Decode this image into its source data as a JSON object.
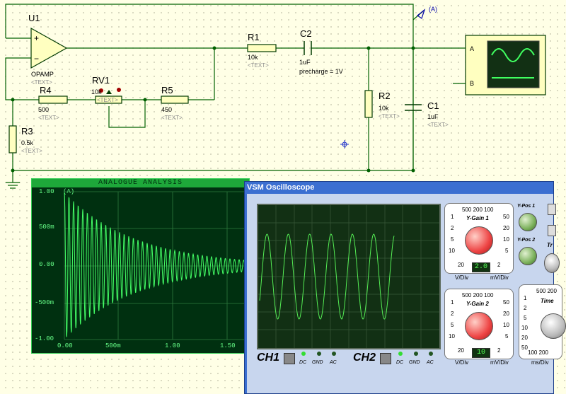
{
  "schematic": {
    "u1": {
      "name": "U1",
      "type": "OPAMP",
      "text": "<TEXT>"
    },
    "r1": {
      "name": "R1",
      "value": "10k",
      "text": "<TEXT>"
    },
    "c2": {
      "name": "C2",
      "value": "1uF",
      "precharge": "precharge = 1V"
    },
    "rv1": {
      "name": "RV1",
      "value": "10k",
      "text": "<TEXT>"
    },
    "r4": {
      "name": "R4",
      "value": "500",
      "text": "<TEXT>"
    },
    "r5": {
      "name": "R5",
      "value": "450",
      "text": "<TEXT>"
    },
    "r3": {
      "name": "R3",
      "value": "0.5k",
      "text": "<TEXT>"
    },
    "r2": {
      "name": "R2",
      "value": "10k",
      "text": "<TEXT>"
    },
    "c1": {
      "name": "C1",
      "value": "1uF",
      "text": "<TEXT>"
    },
    "probe": {
      "label": "(A)"
    },
    "scope_inputs": {
      "a": "A",
      "b": "B"
    }
  },
  "analogue": {
    "title": "ANALOGUE ANALYSIS",
    "trace": "(A)",
    "y_ticks": [
      "1.00",
      "500m",
      "0.00",
      "-500m",
      "-1.00"
    ],
    "x_ticks": [
      "0.00",
      "500m",
      "1.00",
      "1.50"
    ]
  },
  "oscilloscope": {
    "title": "VSM Oscilloscope",
    "ch1": {
      "label": "CH1",
      "dc": "DC",
      "gnd": "GND",
      "ac": "AC",
      "gain_title": "Y-Gain 1",
      "readout": "2.0",
      "pos_title": "Y-Pos 1"
    },
    "ch2": {
      "label": "CH2",
      "dc": "DC",
      "gnd": "GND",
      "ac": "AC",
      "gain_title": "Y-Gain 2",
      "readout": "10",
      "pos_title": "Y-Pos 2"
    },
    "gain_top": "500 200 100",
    "gain_left": [
      "1",
      "2",
      "5",
      "10",
      "20"
    ],
    "gain_right": [
      "50",
      "20",
      "10",
      "5",
      "2"
    ],
    "vdiv": "V/Div",
    "mvdiv": "mV/Div",
    "time": {
      "title": "Time",
      "top": "500 200",
      "left": [
        "1",
        "2",
        "5",
        "10",
        "20",
        "50"
      ],
      "bottom": "100 200",
      "units": "ms/Div"
    },
    "trigger_title": "Tr"
  }
}
